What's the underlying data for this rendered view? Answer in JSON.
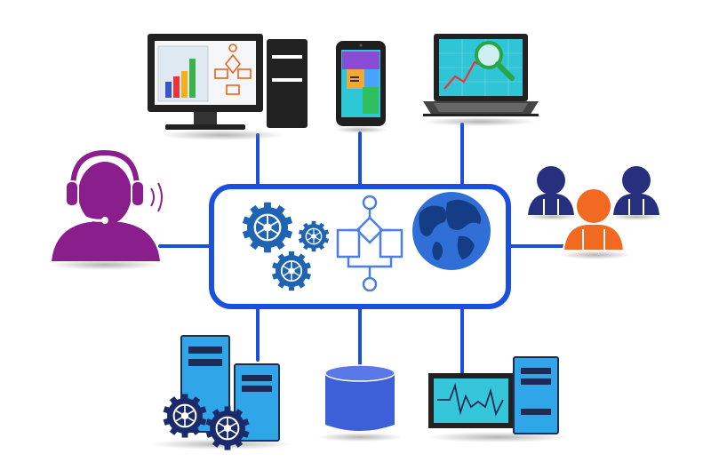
{
  "diagram": {
    "colors": {
      "connector": "#1a4fe0",
      "hub_border": "#1a4fe0",
      "hub_fill": "#ffffff",
      "gear": "#1f63b3",
      "gear_dark": "#1b2a6b",
      "globe": "#2f6fd6",
      "globe_land": "#143d86",
      "flowchart": "#4a7fe8",
      "agent": "#8a1e8c",
      "people_blue": "#26307e",
      "people_orange": "#f26a22",
      "server_blue": "#2fa6e8",
      "database": "#3d5fd8",
      "monitor": "#222222",
      "screen_teal": "#35c6d9"
    },
    "nodes": [
      {
        "id": "desktop",
        "icon": "desktop-computer-icon"
      },
      {
        "id": "phone",
        "icon": "mobile-phone-icon"
      },
      {
        "id": "laptop",
        "icon": "laptop-analytics-icon"
      },
      {
        "id": "agent",
        "icon": "headset-agent-icon"
      },
      {
        "id": "people",
        "icon": "user-group-icon"
      },
      {
        "id": "servers",
        "icon": "server-gears-icon"
      },
      {
        "id": "database",
        "icon": "database-icon"
      },
      {
        "id": "monitoring",
        "icon": "monitoring-server-icon"
      }
    ],
    "hub": {
      "icons": [
        "gears-icon",
        "flowchart-icon",
        "globe-icon"
      ]
    }
  }
}
